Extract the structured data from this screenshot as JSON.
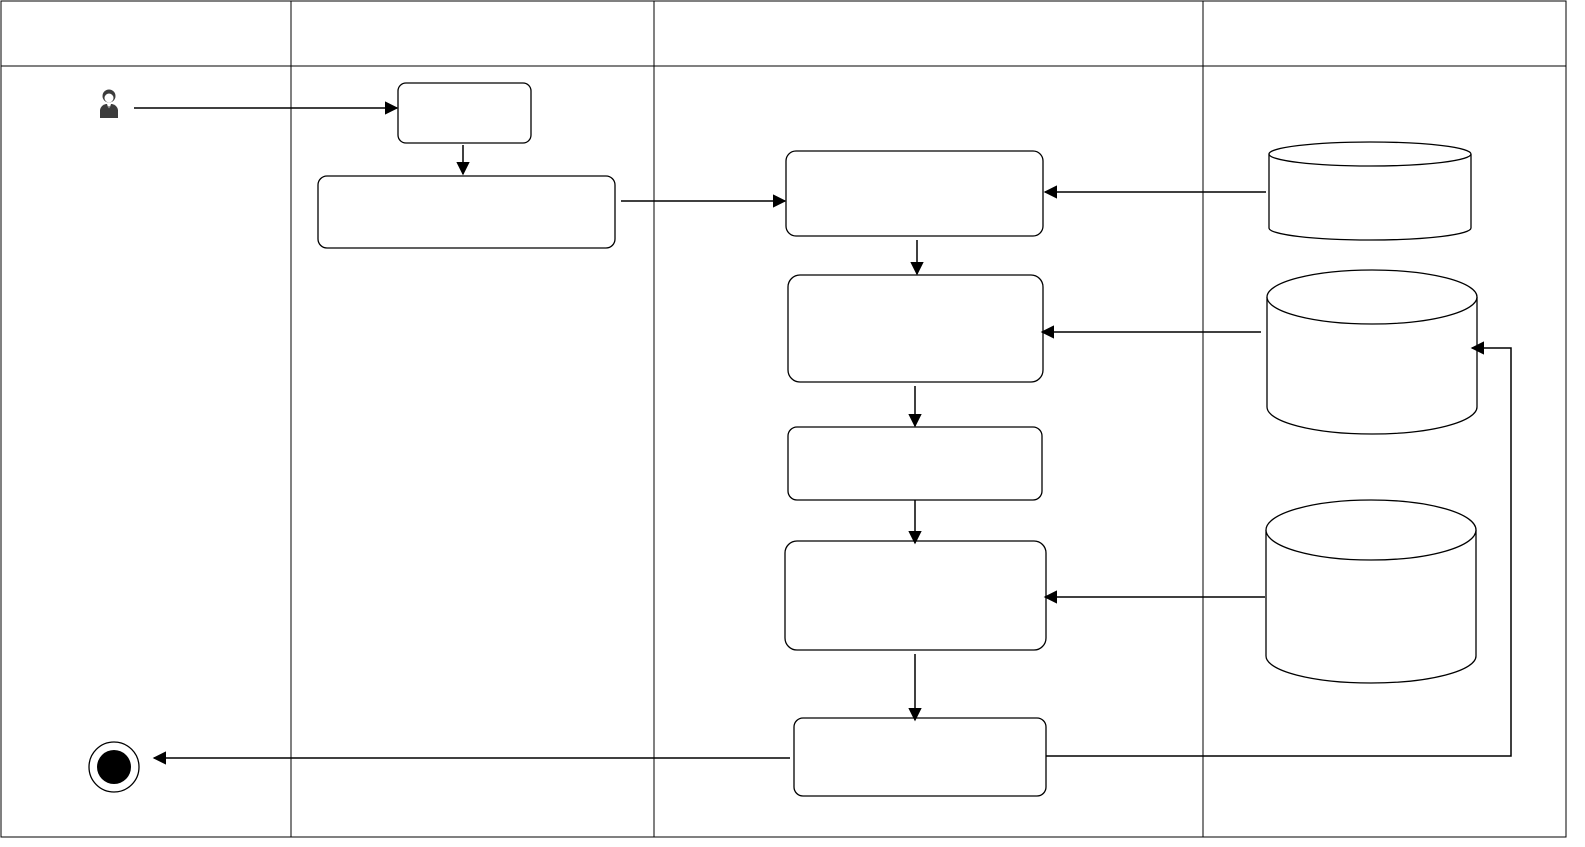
{
  "diagram": {
    "type": "swimlane-activity",
    "lanes": [
      {
        "id": "lane-1",
        "label": ""
      },
      {
        "id": "lane-2",
        "label": ""
      },
      {
        "id": "lane-3",
        "label": ""
      },
      {
        "id": "lane-4",
        "label": ""
      }
    ],
    "nodes": [
      {
        "id": "actor",
        "kind": "actor",
        "icon": "user-icon",
        "label": ""
      },
      {
        "id": "step-1",
        "kind": "activity",
        "label": ""
      },
      {
        "id": "step-2",
        "kind": "activity",
        "label": ""
      },
      {
        "id": "step-3",
        "kind": "activity",
        "label": ""
      },
      {
        "id": "step-4",
        "kind": "activity",
        "label": ""
      },
      {
        "id": "step-5",
        "kind": "activity",
        "label": ""
      },
      {
        "id": "step-6",
        "kind": "activity",
        "label": ""
      },
      {
        "id": "step-7",
        "kind": "activity",
        "label": ""
      },
      {
        "id": "db-1",
        "kind": "database",
        "label": ""
      },
      {
        "id": "db-2",
        "kind": "database",
        "label": ""
      },
      {
        "id": "db-3",
        "kind": "database",
        "label": ""
      },
      {
        "id": "end",
        "kind": "final-node",
        "label": ""
      }
    ],
    "edges": [
      {
        "from": "actor",
        "to": "step-1"
      },
      {
        "from": "step-1",
        "to": "step-2"
      },
      {
        "from": "step-2",
        "to": "step-3"
      },
      {
        "from": "db-1",
        "to": "step-3"
      },
      {
        "from": "step-3",
        "to": "step-4"
      },
      {
        "from": "db-2",
        "to": "step-4"
      },
      {
        "from": "step-4",
        "to": "step-5"
      },
      {
        "from": "step-5",
        "to": "step-6"
      },
      {
        "from": "db-3",
        "to": "step-6"
      },
      {
        "from": "step-6",
        "to": "step-7"
      },
      {
        "from": "step-7",
        "to": "db-2"
      },
      {
        "from": "step-7",
        "to": "end"
      }
    ]
  }
}
